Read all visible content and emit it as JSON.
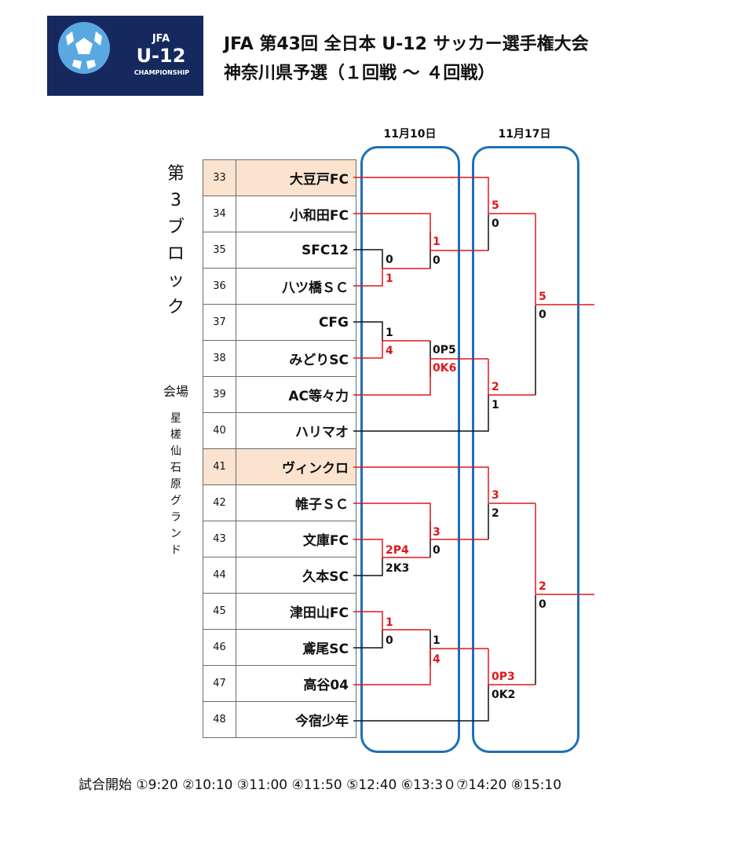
{
  "logo": {
    "top": "JFA",
    "main": "U-12",
    "sub": "CHAMPIONSHIP"
  },
  "title": {
    "line1": "JFA 第43回 全日本 U-12 サッカー選手権大会",
    "line2": "神奈川県予選（１回戦 ～ ４回戦）"
  },
  "dates": {
    "round_a": "11月10日",
    "round_b": "11月17日"
  },
  "block_label": [
    "第",
    "3",
    "ブ",
    "ロ",
    "ッ",
    "ク"
  ],
  "venue": {
    "label": "会場",
    "name": [
      "星",
      "槎",
      "仙",
      "石",
      "原",
      "グ",
      "ラ",
      "ン",
      "ド"
    ]
  },
  "teams": [
    {
      "no": "33",
      "name": "大豆戸FC",
      "seed": true
    },
    {
      "no": "34",
      "name": "小和田FC",
      "seed": false
    },
    {
      "no": "35",
      "name": "SFC12",
      "seed": false
    },
    {
      "no": "36",
      "name": "八ツ橋ＳＣ",
      "seed": false
    },
    {
      "no": "37",
      "name": "CFG",
      "seed": false
    },
    {
      "no": "38",
      "name": "みどりSC",
      "seed": false
    },
    {
      "no": "39",
      "name": "AC等々力",
      "seed": false
    },
    {
      "no": "40",
      "name": "ハリマオ",
      "seed": false
    },
    {
      "no": "41",
      "name": "ヴィンクロ",
      "seed": true
    },
    {
      "no": "42",
      "name": "帷子ＳＣ",
      "seed": false
    },
    {
      "no": "43",
      "name": "文庫FC",
      "seed": false
    },
    {
      "no": "44",
      "name": "久本SC",
      "seed": false
    },
    {
      "no": "45",
      "name": "津田山FC",
      "seed": false
    },
    {
      "no": "46",
      "name": "鳶尾SC",
      "seed": false
    },
    {
      "no": "47",
      "name": "高谷04",
      "seed": false
    },
    {
      "no": "48",
      "name": "今宿少年",
      "seed": false
    }
  ],
  "scores": [
    {
      "id": "r1-35-36-top",
      "text": "0",
      "winner": false
    },
    {
      "id": "r1-35-36-bot",
      "text": "1",
      "winner": true
    },
    {
      "id": "r1-37-38-top",
      "text": "1",
      "winner": false
    },
    {
      "id": "r1-37-38-bot",
      "text": "4",
      "winner": true
    },
    {
      "id": "r1-43-44-top",
      "text": "2P4",
      "winner": true
    },
    {
      "id": "r1-43-44-bot",
      "text": "2K3",
      "winner": false
    },
    {
      "id": "r1-45-46-top",
      "text": "1",
      "winner": true
    },
    {
      "id": "r1-45-46-bot",
      "text": "0",
      "winner": false
    },
    {
      "id": "r2-a-top",
      "text": "1",
      "winner": true
    },
    {
      "id": "r2-a-bot",
      "text": "0",
      "winner": false
    },
    {
      "id": "r2-b-top",
      "text": "0P5",
      "winner": false
    },
    {
      "id": "r2-b-bot",
      "text": "0K6",
      "winner": true
    },
    {
      "id": "r2-c-top",
      "text": "3",
      "winner": true
    },
    {
      "id": "r2-c-bot",
      "text": "0",
      "winner": false
    },
    {
      "id": "r2-d-top",
      "text": "1",
      "winner": false
    },
    {
      "id": "r2-d-bot",
      "text": "4",
      "winner": true
    },
    {
      "id": "r3-a-top",
      "text": "5",
      "winner": true
    },
    {
      "id": "r3-a-bot",
      "text": "0",
      "winner": false
    },
    {
      "id": "r3-b-top",
      "text": "2",
      "winner": true
    },
    {
      "id": "r3-b-bot",
      "text": "1",
      "winner": false
    },
    {
      "id": "r3-c-top",
      "text": "3",
      "winner": true
    },
    {
      "id": "r3-c-bot",
      "text": "2",
      "winner": false
    },
    {
      "id": "r3-d-top",
      "text": "0P3",
      "winner": true
    },
    {
      "id": "r3-d-bot",
      "text": "0K2",
      "winner": false
    },
    {
      "id": "r4-a-top",
      "text": "5",
      "winner": true
    },
    {
      "id": "r4-a-bot",
      "text": "0",
      "winner": false
    },
    {
      "id": "r4-b-top",
      "text": "2",
      "winner": true
    },
    {
      "id": "r4-b-bot",
      "text": "0",
      "winner": false
    }
  ],
  "footer": "試合開始 ①9:20 ②10:10 ③11:00 ④11:50 ⑤12:40 ⑥13:3０⑦14:20 ⑧15:10",
  "colors": {
    "winner": "#e0161b",
    "box": "#1f6fb5",
    "seed_bg": "#fbe3cf",
    "logo_bg": "#15295e"
  }
}
